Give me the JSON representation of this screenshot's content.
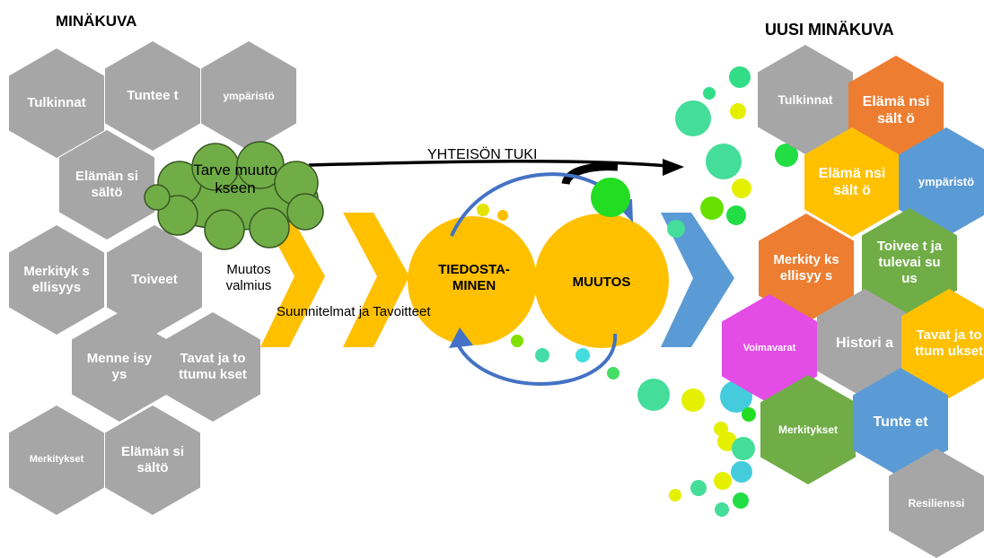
{
  "titles": {
    "left": "MINÄKUVA",
    "right": "UUSI MINÄKUVA"
  },
  "labels": {
    "cloud": "Tarve muutokseen",
    "readiness": "Muutos valmius",
    "plans": "Suunnitelmat ja Tavoitteet",
    "support": "YHTEISÖN TUKI",
    "awareness": "TIEDOSTA-MINEN",
    "change": "MUUTOS"
  },
  "colors": {
    "grey": "#a6a6a6",
    "orange": "#ed7d31",
    "yellow": "#ffc000",
    "blue": "#5b9bd5",
    "green": "#70ad47",
    "magenta": "#e44ce6",
    "cloud": "#70ad47",
    "arrow_blue": "#4472c4"
  },
  "left_hexes": [
    {
      "text": "Tulkinnat",
      "color": "grey"
    },
    {
      "text": "Tuntee t",
      "color": "grey"
    },
    {
      "text": "ympäristö",
      "color": "grey"
    },
    {
      "text": "Elämän sisältö",
      "color": "grey"
    },
    {
      "text": "Merkityk sellisyys",
      "color": "grey"
    },
    {
      "text": "Toiveet",
      "color": "grey"
    },
    {
      "text": "Menne isyys",
      "color": "grey"
    },
    {
      "text": "Tavat ja tottumu kset",
      "color": "grey"
    },
    {
      "text": "Merkitykset",
      "color": "grey"
    },
    {
      "text": "Elämän sisältö",
      "color": "grey"
    }
  ],
  "right_hexes": [
    {
      "text": "Tulkinnat",
      "color": "grey"
    },
    {
      "text": "Elämä nsisält ö",
      "color": "orange"
    },
    {
      "text": "Elämä nsisält ö",
      "color": "yellow"
    },
    {
      "text": "ympäristö",
      "color": "blue"
    },
    {
      "text": "Merkity ksellisyy s",
      "color": "orange"
    },
    {
      "text": "Toivee t ja tulevai suus",
      "color": "green"
    },
    {
      "text": "Voimavarat",
      "color": "magenta"
    },
    {
      "text": "Histori a",
      "color": "grey"
    },
    {
      "text": "Tavat ja tottum ukset",
      "color": "yellow"
    },
    {
      "text": "Merkitykset",
      "color": "green"
    },
    {
      "text": "Tunte et",
      "color": "blue"
    },
    {
      "text": "Resilienssi",
      "color": "grey"
    }
  ]
}
